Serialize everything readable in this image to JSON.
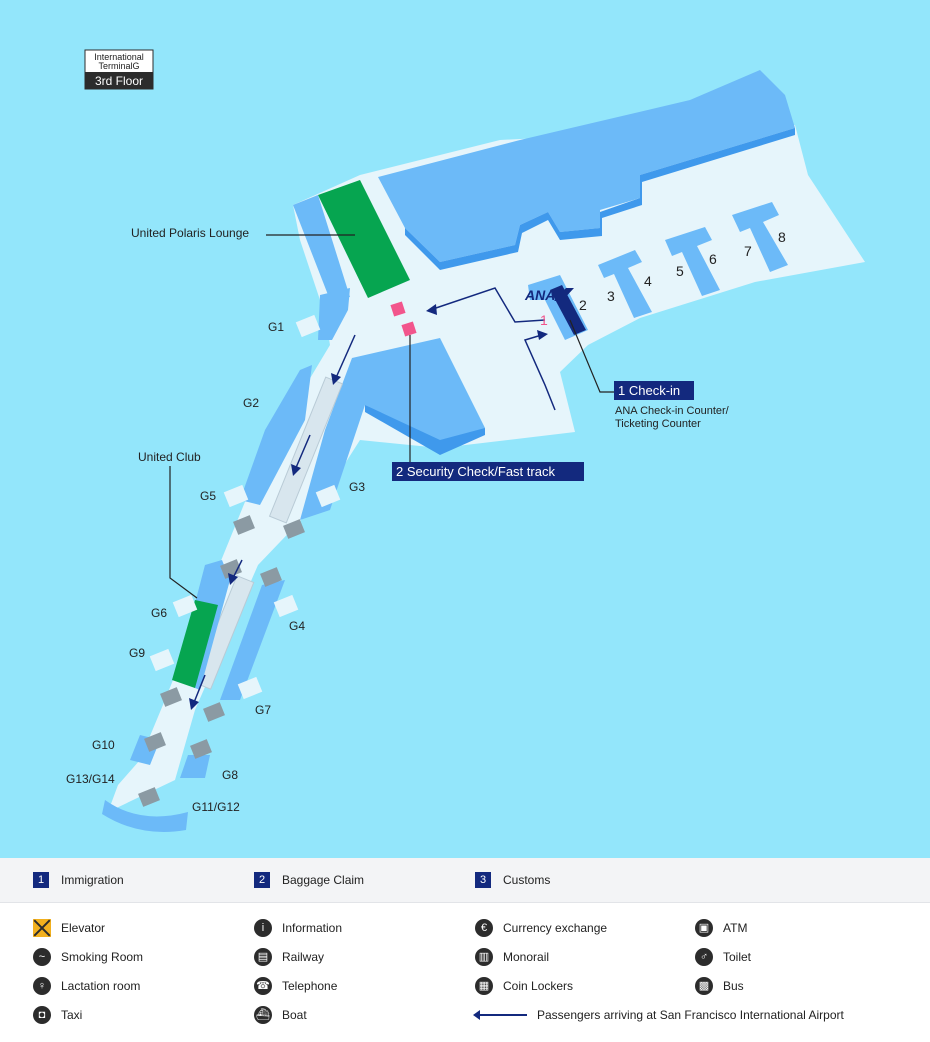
{
  "floor_badge": {
    "line1": "International",
    "line2": "TerminalG",
    "line3": "3rd Floor"
  },
  "colors": {
    "sea": "#93e6fb",
    "floor": "#e6f5fb",
    "block": "#6cbaf8",
    "block_side": "#3f99ec",
    "lounge": "#06a550",
    "security": "#f2558c",
    "arrow": "#13297e",
    "callout": "#13297e"
  },
  "labels": {
    "polaris": "United Polaris Lounge",
    "united_club": "United Club",
    "ana": "ANA",
    "checkin_title": "1 Check-in",
    "checkin_sub1": "ANA Check-in Counter/",
    "checkin_sub2": "Ticketing Counter",
    "security_title": "2 Security Check/Fast track",
    "route_number": "1"
  },
  "counter_numbers": [
    "2",
    "3",
    "4",
    "5",
    "6",
    "7",
    "8"
  ],
  "gates": [
    "G1",
    "G2",
    "G3",
    "G4",
    "G5",
    "G6",
    "G7",
    "G8",
    "G9",
    "G10",
    "G11/G12",
    "G13/G14"
  ],
  "legend": {
    "numbered": [
      {
        "num": "1",
        "label": "Immigration"
      },
      {
        "num": "2",
        "label": "Baggage Claim"
      },
      {
        "num": "3",
        "label": "Customs"
      }
    ],
    "icons": [
      {
        "icon": "elevator-icon",
        "glyph": "",
        "label": "Elevator"
      },
      {
        "icon": "information-icon",
        "glyph": "i",
        "label": "Information"
      },
      {
        "icon": "currency-exchange-icon",
        "glyph": "€",
        "label": "Currency exchange"
      },
      {
        "icon": "atm-icon",
        "glyph": "▣",
        "label": "ATM"
      },
      {
        "icon": "smoking-room-icon",
        "glyph": "~",
        "label": "Smoking Room"
      },
      {
        "icon": "railway-icon",
        "glyph": "▤",
        "label": "Railway"
      },
      {
        "icon": "monorail-icon",
        "glyph": "▥",
        "label": "Monorail"
      },
      {
        "icon": "toilet-icon",
        "glyph": "♂",
        "label": "Toilet"
      },
      {
        "icon": "lactation-room-icon",
        "glyph": "♀",
        "label": "Lactation room"
      },
      {
        "icon": "telephone-icon",
        "glyph": "☎",
        "label": "Telephone"
      },
      {
        "icon": "coin-lockers-icon",
        "glyph": "▦",
        "label": "Coin Lockers"
      },
      {
        "icon": "bus-icon",
        "glyph": "▩",
        "label": "Bus"
      },
      {
        "icon": "taxi-icon",
        "glyph": "◘",
        "label": "Taxi"
      },
      {
        "icon": "boat-icon",
        "glyph": "⛴",
        "label": "Boat"
      }
    ],
    "arrow_label": "Passengers arriving at San Francisco International Airport"
  }
}
